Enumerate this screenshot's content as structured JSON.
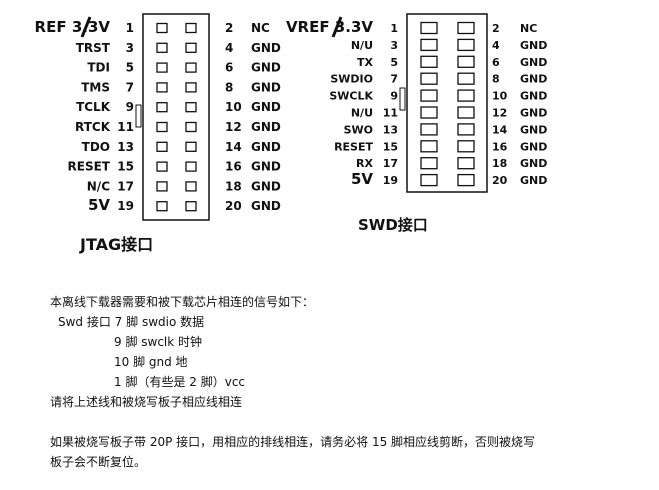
{
  "jtag": {
    "title": "JTAG接口",
    "rows": [
      {
        "left_label": "REF 3.3V",
        "left_pin": "1",
        "right_pin": "2",
        "right_label": "NC"
      },
      {
        "left_label": "TRST",
        "left_pin": "3",
        "right_pin": "4",
        "right_label": "GND"
      },
      {
        "left_label": "TDI",
        "left_pin": "5",
        "right_pin": "6",
        "right_label": "GND"
      },
      {
        "left_label": "TMS",
        "left_pin": "7",
        "right_pin": "8",
        "right_label": "GND"
      },
      {
        "left_label": "TCLK",
        "left_pin": "9",
        "right_pin": "10",
        "right_label": "GND"
      },
      {
        "left_label": "RTCK",
        "left_pin": "11",
        "right_pin": "12",
        "right_label": "GND"
      },
      {
        "left_label": "TDO",
        "left_pin": "13",
        "right_pin": "14",
        "right_label": "GND"
      },
      {
        "left_label": "RESET",
        "left_pin": "15",
        "right_pin": "16",
        "right_label": "GND"
      },
      {
        "left_label": "N/C",
        "left_pin": "17",
        "right_pin": "18",
        "right_label": "GND"
      },
      {
        "left_label": "5V",
        "left_pin": "19",
        "right_pin": "20",
        "right_label": "GND"
      }
    ]
  },
  "swd": {
    "title": "SWD接口",
    "rows": [
      {
        "left_label": "VREF 3.3V",
        "left_pin": "1",
        "right_pin": "2",
        "right_label": "NC"
      },
      {
        "left_label": "N/U",
        "left_pin": "3",
        "right_pin": "4",
        "right_label": "GND"
      },
      {
        "left_label": "TX",
        "left_pin": "5",
        "right_pin": "6",
        "right_label": "GND"
      },
      {
        "left_label": "SWDIO",
        "left_pin": "7",
        "right_pin": "8",
        "right_label": "GND"
      },
      {
        "left_label": "SWCLK",
        "left_pin": "9",
        "right_pin": "10",
        "right_label": "GND"
      },
      {
        "left_label": "N/U",
        "left_pin": "11",
        "right_pin": "12",
        "right_label": "GND"
      },
      {
        "left_label": "SWO",
        "left_pin": "13",
        "right_pin": "14",
        "right_label": "GND"
      },
      {
        "left_label": "RESET",
        "left_pin": "15",
        "right_pin": "16",
        "right_label": "GND"
      },
      {
        "left_label": "RX",
        "left_pin": "17",
        "right_pin": "18",
        "right_label": "GND"
      },
      {
        "left_label": "5V",
        "left_pin": "19",
        "right_pin": "20",
        "right_label": "GND"
      }
    ]
  },
  "text": {
    "line1": "本离线下载器需要和被下载芯片相连的信号如下：",
    "line2": "Swd 接口 7 脚  swdio      数据",
    "line3": "9 脚    swclk      时钟",
    "line4": "10 脚  gnd          地",
    "line5": "1 脚（有些是 2 脚）vcc",
    "line6": "请将上述线和被烧写板子相应线相连",
    "line7": "如果被烧写板子带 20P 接口，用相应的排线相连，请务必将 15 脚相应线剪断，否则被烧写",
    "line8": "板子会不断复位。"
  }
}
